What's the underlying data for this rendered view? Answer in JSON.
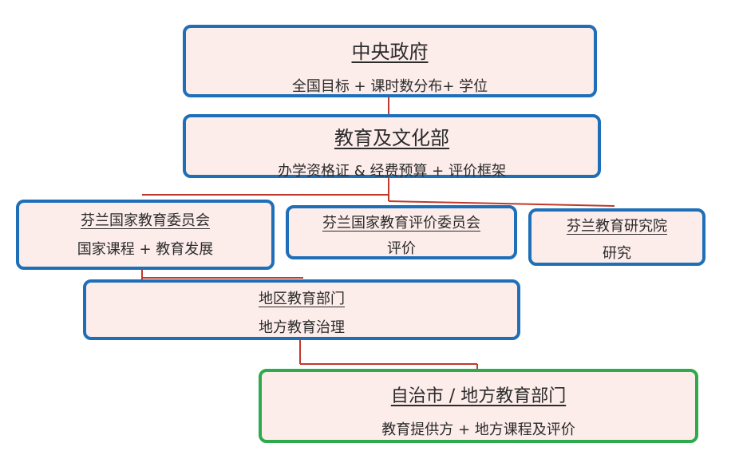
{
  "diagram": {
    "central": {
      "title": "中央政府",
      "sub": "全国目标 + 课时数分布+ 学位"
    },
    "ministry": {
      "title": "教育及文化部",
      "sub": "办学资格证 & 经费预算 + 评价框架"
    },
    "national_board": {
      "title": "芬兰国家教育委员会",
      "sub": "国家课程 + 教育发展"
    },
    "evaluation_council": {
      "title": "芬兰国家教育评价委员会",
      "sub": "评价"
    },
    "research_institute": {
      "title": "芬兰教育研究院",
      "sub": "研究"
    },
    "regional": {
      "title": "地区教育部门",
      "sub": "地方教育治理"
    },
    "municipal": {
      "title": "自治市 / 地方教育部门",
      "sub": "教育提供方 + 地方课程及评价"
    }
  },
  "colors": {
    "box_fill": "#fcecea",
    "box_border": "#1f6fb8",
    "highlight_border": "#2eaa4c",
    "connector": "#c0392b"
  }
}
